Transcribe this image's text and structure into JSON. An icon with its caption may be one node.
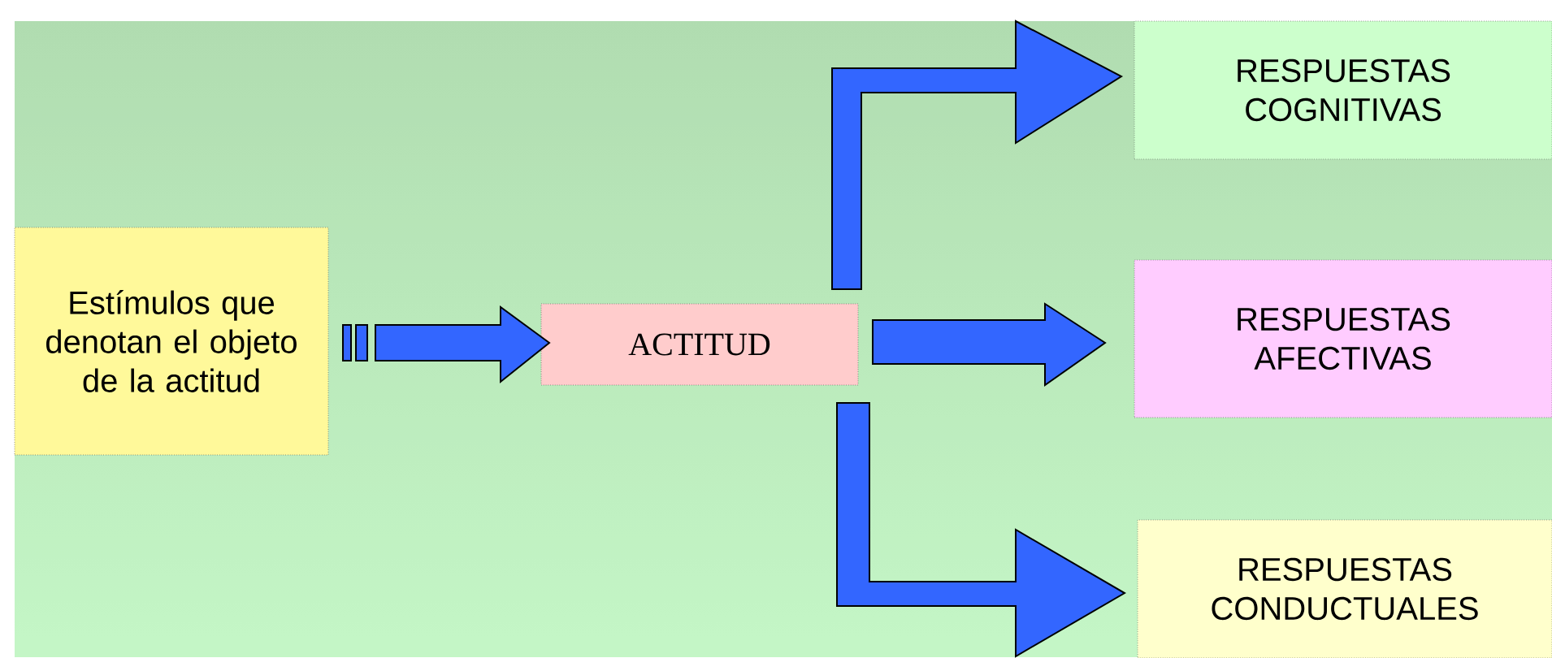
{
  "diagram": {
    "nodes": [
      {
        "text": [
          "Estímulos que denotan el objeto de la actitud"
        ]
      },
      {
        "text": [
          "ACTITUD"
        ]
      },
      {
        "text": [
          "RESPUESTAS COGNITIVAS"
        ]
      },
      {
        "text": [
          "RESPUESTAS AFECTIVAS"
        ]
      },
      {
        "text": [
          "RESPUESTAS CONDUCTUALES"
        ]
      }
    ],
    "edges": [
      {
        "from": 0,
        "to": 1,
        "arrow": "to"
      },
      {
        "from": 1,
        "to": 2,
        "arrow": "to"
      },
      {
        "from": 1,
        "to": 3,
        "arrow": "to"
      },
      {
        "from": 1,
        "to": 4,
        "arrow": "to"
      }
    ]
  }
}
